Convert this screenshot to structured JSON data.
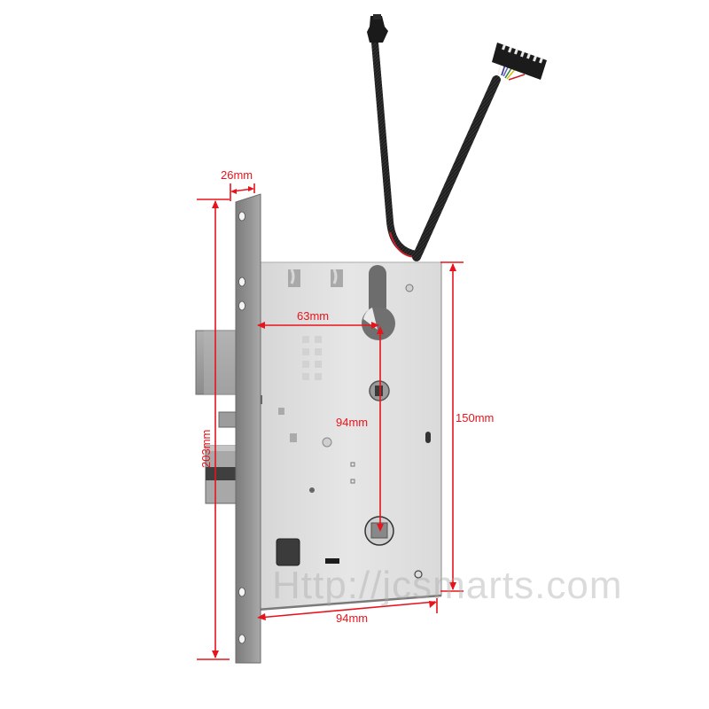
{
  "diagram": {
    "subject": "Mortise lock body with wiring harness",
    "colors": {
      "dimension_line": "#e8141c",
      "body_plate": "#dcdcdc",
      "face_plate": "#8e8e8e",
      "cable": "#1f1f1f",
      "watermark": "#c8c8c8"
    },
    "dimensions": {
      "faceplate_width": "26mm",
      "total_height": "203mm",
      "backset": "63mm",
      "center_distance": "94mm",
      "case_height": "150mm",
      "case_depth": "94mm"
    },
    "components": [
      "faceplate",
      "lock-case",
      "deadbolt",
      "latch-bolt",
      "auxiliary-latch",
      "spindle-hub",
      "cylinder-hole",
      "keyhole-slot",
      "signal-cable",
      "multi-pin-connector",
      "two-pin-connector"
    ],
    "wire_colors": [
      "#2b3a8f",
      "#7a5ac0",
      "#2e8b3d",
      "#d8c21a",
      "#c8202a",
      "#f0f0f0"
    ],
    "watermark": "Http://jcsmarts.com"
  }
}
